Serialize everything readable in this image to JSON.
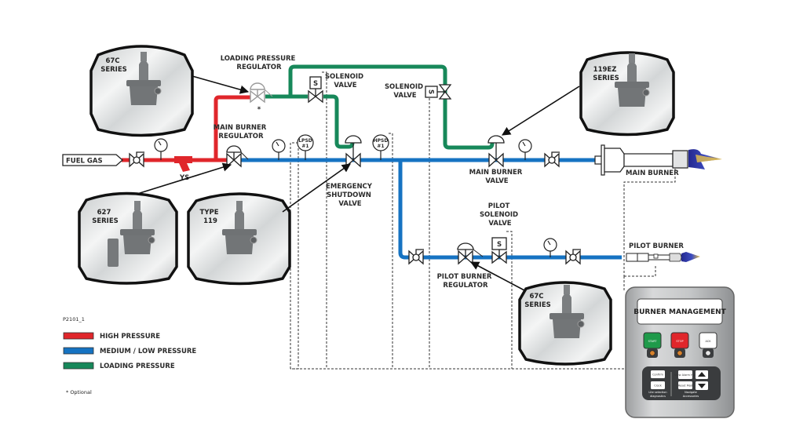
{
  "figure_id": "P2101_1",
  "colors": {
    "high_pressure": "#e0262b",
    "medium_low_pressure": "#1673c2",
    "loading_pressure": "#17885a",
    "start_button": "#1f9a4a",
    "stop_button": "#e0262b",
    "flame_blue": "#2a2f9e",
    "flame_yellow": "#e8c24a"
  },
  "inlet": {
    "label": "FUEL GAS"
  },
  "strainer": {
    "label": "YS"
  },
  "labels": {
    "loading_pressure_regulator": [
      "LOADING PRESSURE",
      "REGULATOR"
    ],
    "optional_marker": "*",
    "solenoid_valve_1": [
      "SOLENOID",
      "VALVE"
    ],
    "solenoid_valve_2": [
      "SOLENOID",
      "VALVE"
    ],
    "main_burner_regulator": [
      "MAIN BURNER",
      "REGULATOR"
    ],
    "emergency_shutdown_valve": [
      "EMERGENCY",
      "SHUTDOWN",
      "VALVE"
    ],
    "main_burner_valve": [
      "MAIN BURNER",
      "VALVE"
    ],
    "main_burner": "MAIN BURNER",
    "pilot_solenoid_valve": [
      "PILOT",
      "SOLENOID",
      "VALVE"
    ],
    "pilot_burner_regulator": [
      "PILOT BURNER",
      "REGULATOR"
    ],
    "pilot_burner": "PILOT BURNER",
    "solenoid_symbol": "S"
  },
  "switches": {
    "lpsd": [
      "LPSD",
      "#1"
    ],
    "hpsd": [
      "HPSD",
      "#1"
    ]
  },
  "product_callouts": [
    {
      "id": "67c-loading",
      "lines": [
        "67C",
        "SERIES"
      ]
    },
    {
      "id": "627",
      "lines": [
        "627",
        "SERIES"
      ]
    },
    {
      "id": "type-119",
      "lines": [
        "TYPE",
        "119"
      ]
    },
    {
      "id": "119ez",
      "lines": [
        "119EZ",
        "SERIES"
      ]
    },
    {
      "id": "67c-pilot",
      "lines": [
        "67C",
        "SERIES"
      ]
    }
  ],
  "burner_management": {
    "title": "BURNER MANAGEMENT",
    "buttons": [
      {
        "label": "START"
      },
      {
        "label": "STOP"
      },
      {
        "label": "ACK"
      }
    ],
    "keypad_left": [
      "Confirm",
      "Clock",
      "Lite selection",
      "diagnostics"
    ],
    "keypad_right": [
      "View Alarm Hist",
      "Reset Mod",
      "Navigate",
      "Accessories"
    ]
  },
  "legend": [
    {
      "label": "HIGH PRESSURE",
      "color": "#e0262b"
    },
    {
      "label": "MEDIUM / LOW PRESSURE",
      "color": "#1673c2"
    },
    {
      "label": "LOADING PRESSURE",
      "color": "#17885a"
    }
  ],
  "footnote": "* Optional"
}
